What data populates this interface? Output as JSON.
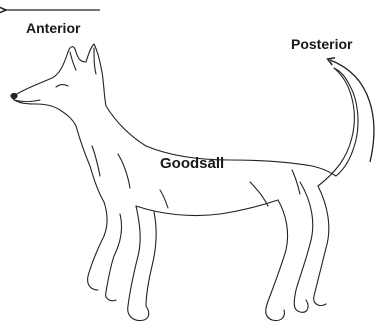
{
  "labels": {
    "anterior": "Anterior",
    "posterior": "Posterior",
    "center": "Goodsall"
  },
  "colors": {
    "line": "#222222",
    "background": "#ffffff"
  }
}
